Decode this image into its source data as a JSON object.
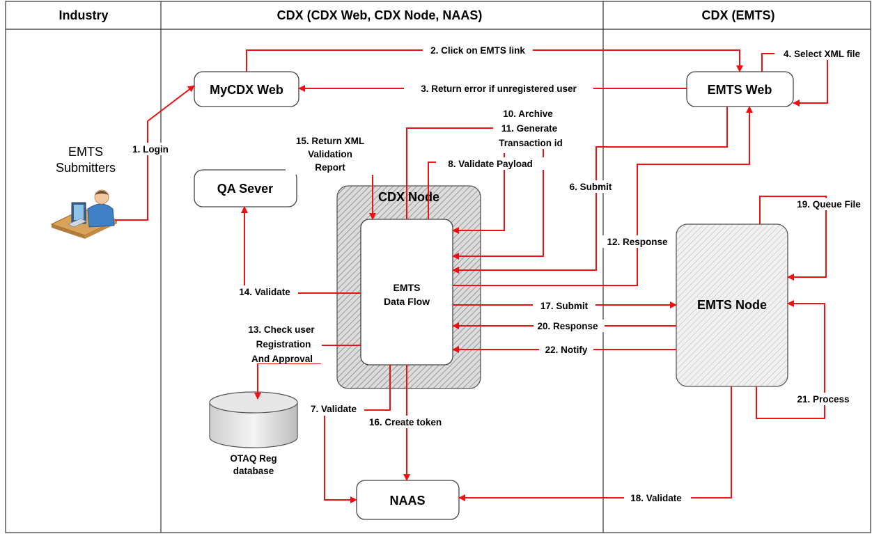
{
  "lanes": {
    "industry": "Industry",
    "cdx_web": "CDX (CDX Web, CDX Node, NAAS)",
    "cdx_emts": "CDX (EMTS)"
  },
  "nodes": {
    "mycdx_web": "MyCDX Web",
    "emts_web": "EMTS Web",
    "qa_server": "QA Sever",
    "cdx_node": "CDX Node",
    "emts_data_flow_1": "EMTS",
    "emts_data_flow_2": "Data Flow",
    "emts_node": "EMTS Node",
    "naas": "NAAS",
    "otaq_db_1": "OTAQ Reg",
    "otaq_db_2": "database",
    "submitters_1": "EMTS",
    "submitters_2": "Submitters"
  },
  "steps": {
    "s1": "1. Login",
    "s2": "2. Click on EMTS link",
    "s3": "3. Return error if unregistered user",
    "s4": "4. Select XML file",
    "s6": "6. Submit",
    "s7": "7. Validate",
    "s8": "8. Validate Payload",
    "s10": "10. Archive",
    "s11a": "11. Generate",
    "s11b": "Transaction id",
    "s12": "12. Response",
    "s13a": "13. Check user",
    "s13b": "Registration",
    "s13c": "And Approval",
    "s14": "14. Validate",
    "s15a": "15. Return XML",
    "s15b": "Validation",
    "s15c": "Report",
    "s16": "16. Create token",
    "s17": "17. Submit",
    "s18": "18. Validate",
    "s19": "19. Queue File",
    "s20": "20. Response",
    "s21": "21. Process",
    "s22": "22. Notify"
  },
  "colors": {
    "arrow": "#ee1111",
    "lane_line": "#333333",
    "hatch_fill": "#d9d9d9"
  }
}
